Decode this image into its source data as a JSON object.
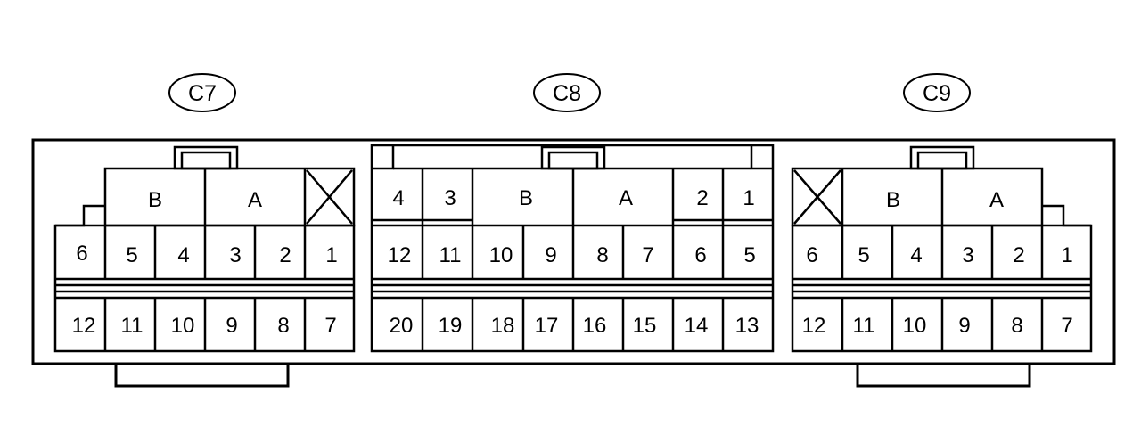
{
  "connectors": [
    {
      "id": "C7",
      "label": "C7",
      "keys": [
        "B",
        "A"
      ],
      "blocked_key_icon": "x-cross-icon",
      "top_row_pins": [
        "6",
        "5",
        "4",
        "3",
        "2",
        "1"
      ],
      "bottom_row_pins": [
        "12",
        "11",
        "10",
        "9",
        "8",
        "7"
      ]
    },
    {
      "id": "C8",
      "label": "C8",
      "upper_pins_left": [
        "4",
        "3"
      ],
      "keys": [
        "B",
        "A"
      ],
      "upper_pins_right": [
        "2",
        "1"
      ],
      "top_row_pins": [
        "12",
        "11",
        "10",
        "9",
        "8",
        "7",
        "6",
        "5"
      ],
      "bottom_row_pins": [
        "20",
        "19",
        "18",
        "17",
        "16",
        "15",
        "14",
        "13"
      ]
    },
    {
      "id": "C9",
      "label": "C9",
      "keys": [
        "B",
        "A"
      ],
      "blocked_key_icon": "x-cross-icon",
      "top_row_pins": [
        "6",
        "5",
        "4",
        "3",
        "2",
        "1"
      ],
      "bottom_row_pins": [
        "12",
        "11",
        "10",
        "9",
        "8",
        "7"
      ]
    }
  ]
}
